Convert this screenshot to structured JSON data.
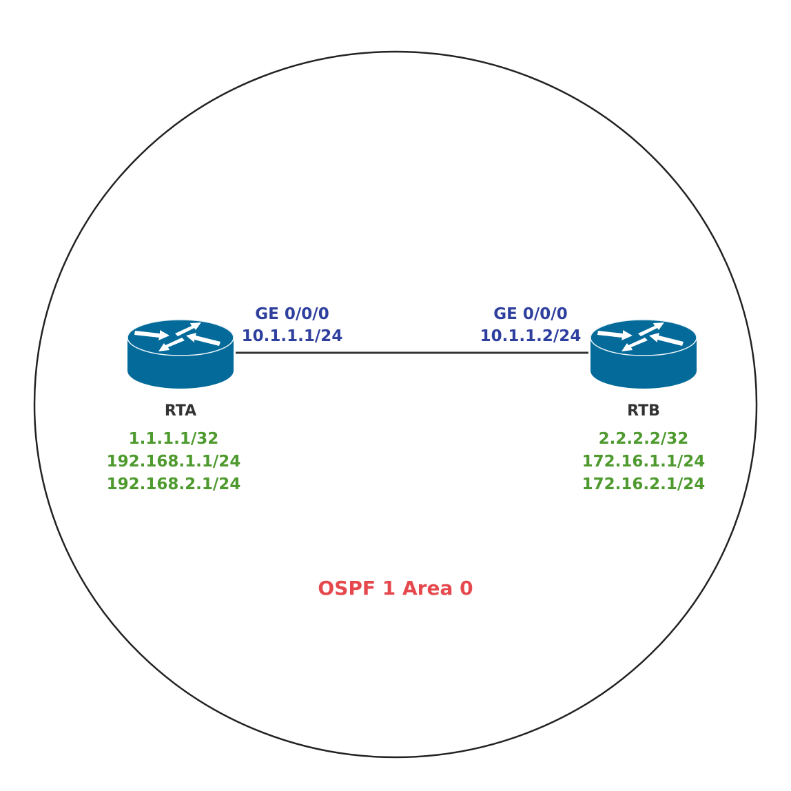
{
  "area_label": "OSPF 1 Area 0",
  "routers": [
    {
      "name": "RTA",
      "interface": "GE 0/0/0",
      "interface_ip": "10.1.1.1/24",
      "networks": [
        "1.1.1.1/32",
        "192.168.1.1/24",
        "192.168.2.1/24"
      ]
    },
    {
      "name": "RTB",
      "interface": "GE 0/0/0",
      "interface_ip": "10.1.1.2/24",
      "networks": [
        "2.2.2.2/32",
        "172.16.1.1/24",
        "172.16.2.1/24"
      ]
    }
  ],
  "colors": {
    "router": "#036a9a",
    "interface": "#2e3f9e",
    "network": "#4e9a2e",
    "area": "#e5484d"
  }
}
